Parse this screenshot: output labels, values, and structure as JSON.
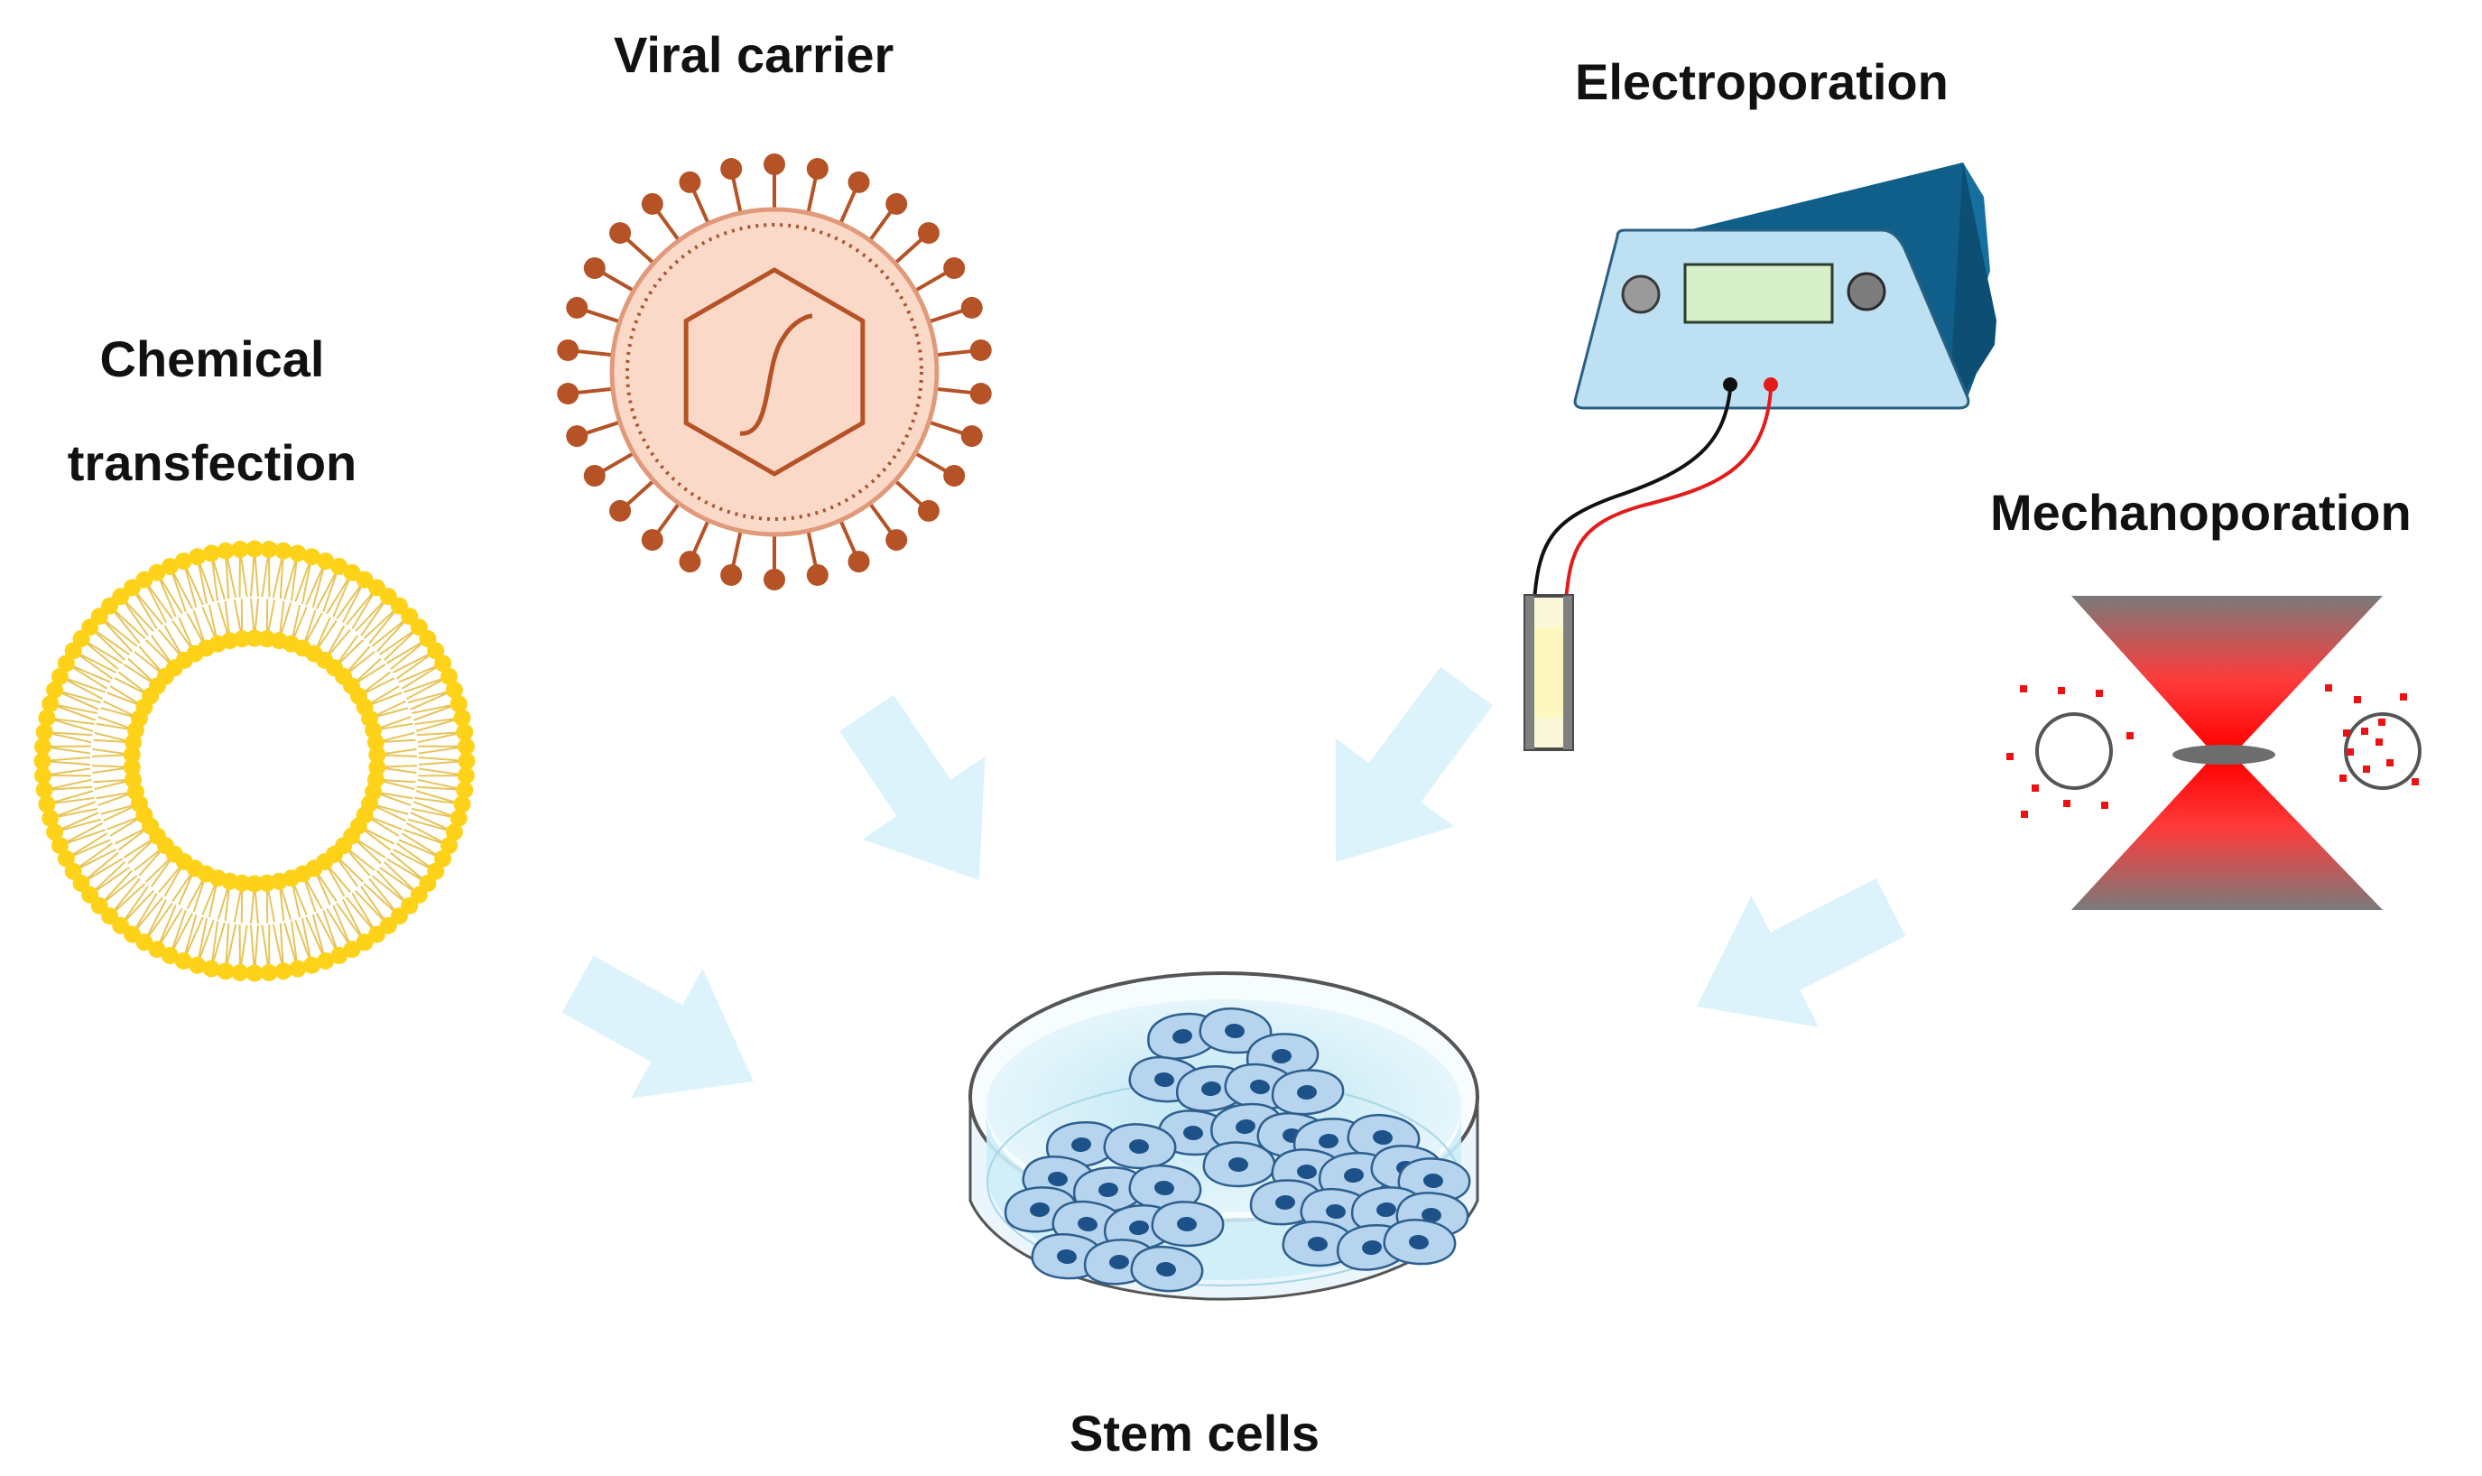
{
  "labels": {
    "viral_carrier": "Viral carrier",
    "chemical_line1": "Chemical",
    "chemical_line2": "transfection",
    "electroporation": "Electroporation",
    "mechanoporation": "Mechanoporation",
    "stem_cells": "Stem cells"
  },
  "colors": {
    "arrow": "#dcf3fb",
    "lipid_head": "#ffd21a",
    "lipid_tail": "#e6c45a",
    "virus_body": "#fbd9c8",
    "virus_spike": "#b55226",
    "device_dark": "#1570a0",
    "device_face": "#bde0f3",
    "laser_red": "#ff1010",
    "cell_fill": "#b6d4ee",
    "nucleus": "#1c5289"
  },
  "icons": {
    "chemical": "liposome-icon",
    "viral": "virus-icon",
    "electroporation": "electroporator-icon",
    "mechanoporation": "laser-constriction-icon",
    "stem_cells": "petri-dish-icon"
  }
}
